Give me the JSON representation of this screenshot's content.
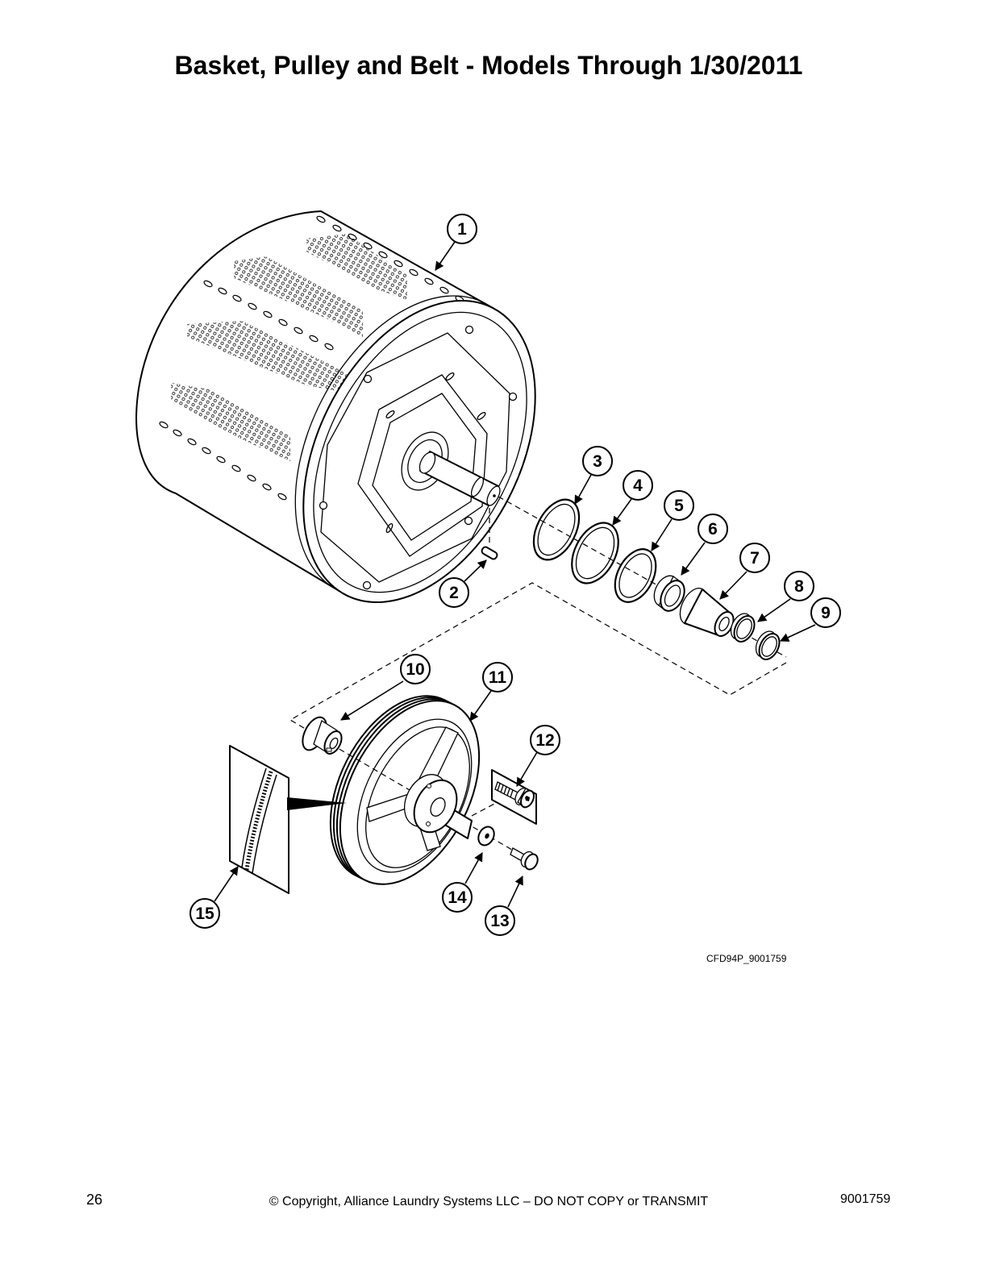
{
  "document": {
    "title": "Basket, Pulley and Belt - Models Through 1/30/2011",
    "figure_code": "CFD94P_9001759"
  },
  "callouts": [
    "1",
    "2",
    "3",
    "4",
    "5",
    "6",
    "7",
    "8",
    "9",
    "10",
    "11",
    "12",
    "13",
    "14",
    "15"
  ],
  "footer": {
    "page_number": "26",
    "copyright": "© Copyright, Alliance Laundry Systems LLC – DO NOT COPY or TRANSMIT",
    "doc_number": "9001759"
  }
}
